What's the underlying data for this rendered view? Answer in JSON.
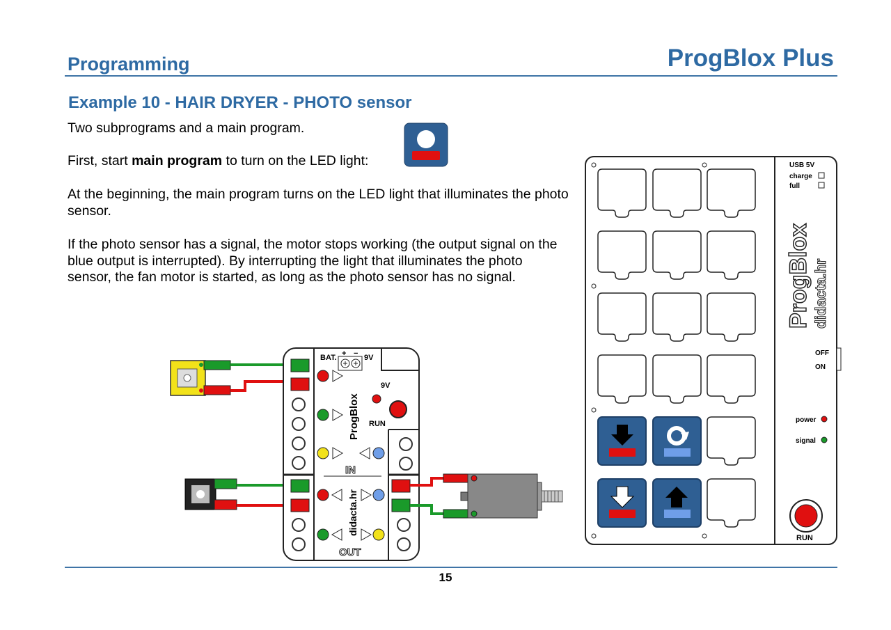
{
  "header": {
    "section": "Programming",
    "product": "ProgBlox Plus"
  },
  "example": {
    "title": "Example 10 - HAIR DRYER - PHOTO sensor",
    "intro": "Two subprograms and a main program.",
    "first_pre": "First, start ",
    "first_bold": "main program",
    "first_post": " to turn on the LED light:",
    "para1": "At the beginning, the main program turns on the LED light that illuminates the photo sensor.",
    "para2": "If the photo sensor has a signal, the motor stops working (the output signal on the blue output is interrupted). By interrupting the light that illuminates the photo sensor, the fan motor is started, as long as the photo sensor has no signal."
  },
  "module": {
    "bat_label": "BAT.",
    "plus": "+",
    "minus": "−",
    "volt": "9V",
    "volt2": "9V",
    "run": "RUN",
    "brand": "ProgBlox",
    "site": "didacta.hr",
    "in_label": "IN",
    "out_label": "OUT"
  },
  "panel": {
    "usb": "USB 5V",
    "charge": "charge",
    "full": "full",
    "brand": "ProgBlox",
    "site": "didacta.hr",
    "off": "OFF",
    "on": "ON",
    "power": "power",
    "signal": "signal",
    "run": "RUN"
  },
  "colors": {
    "title_blue": "#2e6aa3",
    "tile_blue": "#2f5f93",
    "red": "#e01010",
    "light_blue": "#6f9ee8",
    "green": "#1a9a2a",
    "yellow": "#f2e21a"
  },
  "footer": {
    "page": "15"
  }
}
